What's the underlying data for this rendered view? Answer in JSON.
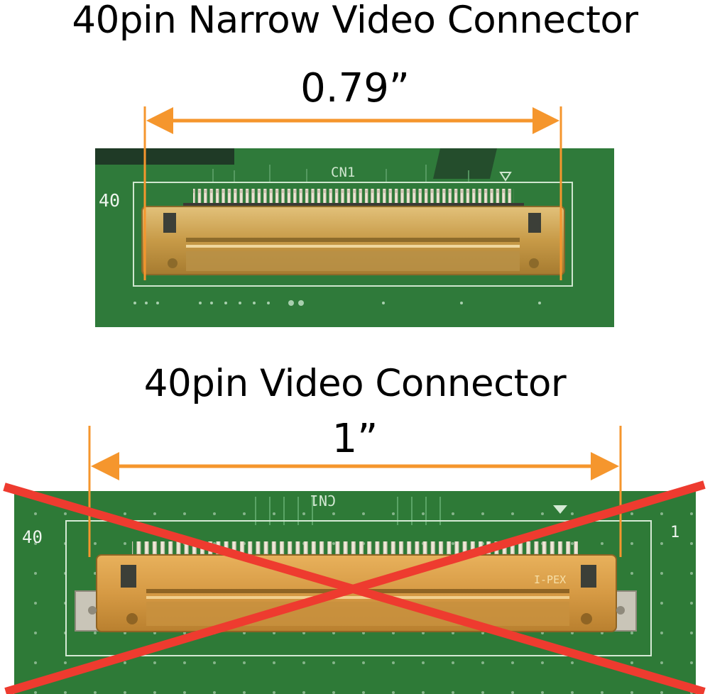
{
  "top_panel": {
    "title": "40pin Narrow Video Connector",
    "width_label": "0.79”",
    "board_silkscreen": {
      "pin_number": "40",
      "ref": "CN1"
    }
  },
  "bottom_panel": {
    "title": "40pin Video Connector",
    "width_label": "1”",
    "board_silkscreen": {
      "pin_left": "40",
      "pin_right": "1",
      "ref": "CN1",
      "brand": "I-PEX"
    },
    "crossed_out": true
  },
  "colors": {
    "arrow": "#f5962d",
    "cross": "#ee3b2f",
    "pcb": "#2f7a3a",
    "connector_gold": "#c79a47"
  }
}
